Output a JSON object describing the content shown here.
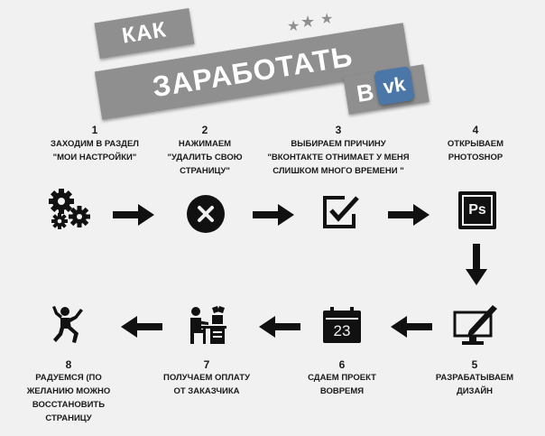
{
  "title": {
    "line1": "Как",
    "line2": "заработать",
    "line3": "в",
    "logo_text": "vk"
  },
  "steps": [
    {
      "number": "1",
      "text": "Заходим в раздел\n\"мои настройки\"",
      "icon": "gears-icon"
    },
    {
      "number": "2",
      "text": "Нажимаем\n\"удалить свою\nстраницу\"",
      "icon": "close-circle-icon"
    },
    {
      "number": "3",
      "text": "Выбираем причину\n\"вконтакте отнимает у меня\nслишком много времени \"",
      "icon": "checkbox-icon"
    },
    {
      "number": "4",
      "text": "Открываем\nphotoshop",
      "icon": "photoshop-icon"
    },
    {
      "number": "5",
      "text": "Разрабатываем\nдизайн",
      "icon": "monitor-pen-icon"
    },
    {
      "number": "6",
      "text": "Сдаем проект\nвовремя",
      "icon": "calendar-icon",
      "calendar_day": "23"
    },
    {
      "number": "7",
      "text": "Получаем оплату\nот заказчика",
      "icon": "person-desk-icon"
    },
    {
      "number": "8",
      "text": "Радуемся (по\nжеланию можно\nвосстановить\nстраницу",
      "icon": "jumping-person-icon"
    }
  ],
  "photoshop_label": "Ps",
  "colors": {
    "ribbon": "#8f8f8f",
    "vk_blue": "#4a76a8",
    "icon": "#111111",
    "background": "#f1f1f1"
  }
}
